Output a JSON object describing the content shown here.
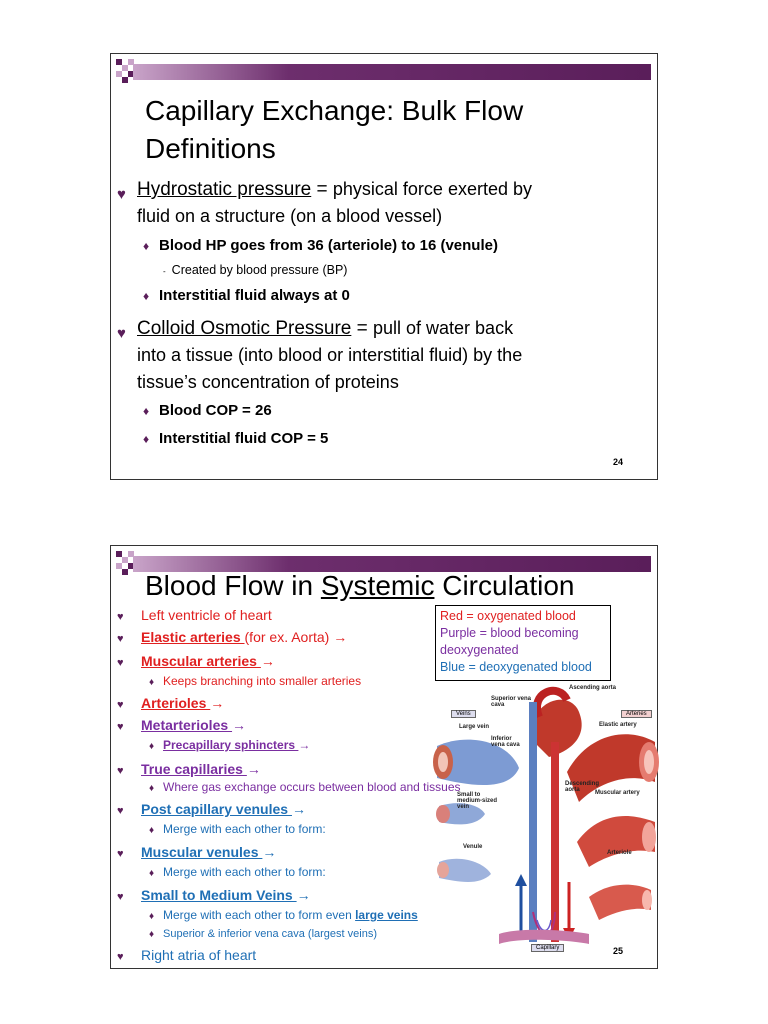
{
  "slide1": {
    "title_line1": "Capillary Exchange: Bulk Flow",
    "title_line2": "Definitions",
    "hp_term": "Hydrostatic pressure",
    "hp_eq": " = ",
    "hp_def1": "physical force exerted by",
    "hp_def2": "fluid on a structure (on a blood vessel)",
    "hp_sub1": "Blood HP goes from 36 (arteriole) to 16 (venule)",
    "hp_sub1_note": "Created by blood pressure (BP)",
    "hp_sub2": "Interstitial fluid always at 0",
    "cop_term": "Colloid Osmotic Pressure",
    "cop_eq": " = ",
    "cop_def1": "pull of water back",
    "cop_def2": "into a tissue (into blood or interstitial fluid) by the",
    "cop_def3": "tissue’s concentration of proteins",
    "cop_sub1": "Blood COP = 26",
    "cop_sub2": "Interstitial fluid COP = 5",
    "page_number": "24"
  },
  "slide2": {
    "title_pre": "Blood Flow in ",
    "title_ul": "Systemic",
    "title_post": " Circulation",
    "items": {
      "left_ventricle": "Left ventricle of heart",
      "elastic_arteries": "Elastic arteries ",
      "elastic_note": "(for ex. Aorta) →",
      "muscular_arteries": "Muscular arteries ",
      "arrow": "→",
      "keeps_branching": "Keeps branching into smaller arteries",
      "arterioles": "Arterioles ",
      "metarterioles": "Metarterioles ",
      "precapillary": "Precapillary sphincters ",
      "true_capillaries": "True capillaries ",
      "gas_exchange": "Where gas exchange occurs between blood and tissues",
      "post_capillary": "Post capillary venules ",
      "merge": "Merge with each other to form:",
      "muscular_venules": "Muscular venules ",
      "small_medium_veins": "Small to Medium Veins ",
      "merge_even": "Merge with each other to form even ",
      "large_veins": "large veins",
      "vena_cava": "Superior & inferior vena cava (largest veins)",
      "right_atria": "Right atria of heart"
    },
    "legend": {
      "red": "Red = oxygenated blood",
      "purple1": "Purple = blood becoming",
      "purple2": "deoxygenated",
      "blue": "Blue = deoxygenated blood"
    },
    "diagram_labels": {
      "ascending_aorta": "Ascending aorta",
      "superior_vena_cava": "Superior vena cava",
      "veins": "Veins",
      "arteries": "Arteries",
      "large_vein": "Large vein",
      "elastic_artery": "Elastic artery",
      "inferior_vena_cava": "Inferior vena cava",
      "descending_aorta": "Descending aorta",
      "small_vein": "Small to medium-sized vein",
      "muscular_artery": "Muscular artery",
      "venule": "Venule",
      "arteriole": "Arteriole",
      "capillary": "Capillary"
    },
    "page_number": "25"
  },
  "colors": {
    "accent": "#5a1e5a",
    "red": "#e02020",
    "purple": "#7a2ea0",
    "blue": "#1f6fb5"
  }
}
